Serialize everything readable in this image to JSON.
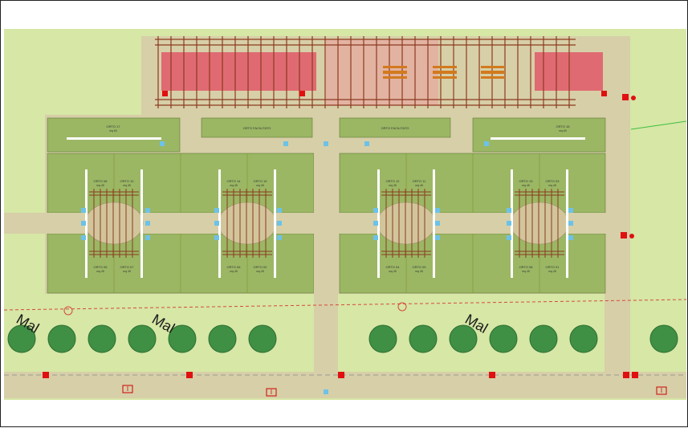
{
  "top_plots": [
    {
      "label": "ORTO 17",
      "sub": "mq 60"
    },
    {
      "label": "ORTO FACILITATO",
      "sub": ""
    },
    {
      "label": "ORTO FACILITATO",
      "sub": ""
    },
    {
      "label": "ORTO 16",
      "sub": "mq 60"
    }
  ],
  "block_plots": [
    {
      "label": "ORTO 08",
      "sub": "mq 45"
    },
    {
      "label": "ORTO 10",
      "sub": "mq 45"
    },
    {
      "label": "ORTO 14",
      "sub": "mq 45"
    },
    {
      "label": "ORTO 15",
      "sub": "mq 45"
    },
    {
      "label": "ORTO 12",
      "sub": "mq 45"
    },
    {
      "label": "ORTO 11",
      "sub": "mq 45"
    },
    {
      "label": "ORTO 13",
      "sub": "mq 45"
    },
    {
      "label": "ORTO 03",
      "sub": "mq 45"
    },
    {
      "label": "ORTO 05",
      "sub": "mq 45"
    },
    {
      "label": "ORTO 07",
      "sub": "mq 45"
    },
    {
      "label": "ORTO 06",
      "sub": "mq 45"
    },
    {
      "label": "ORTO 02",
      "sub": "mq 45"
    },
    {
      "label": "ORTO 04",
      "sub": "mq 45"
    },
    {
      "label": "ORTO 09",
      "sub": "mq 45"
    },
    {
      "label": "ORTO 08",
      "sub": "mq 45"
    },
    {
      "label": "ORTO 01",
      "sub": "mq 45"
    }
  ],
  "road_labels": [
    "Mal",
    "Mal",
    "Mal"
  ],
  "signs": [
    "I",
    "I",
    "I"
  ],
  "colors": {
    "ground": "#d6e7a6",
    "path": "#d7cfa8",
    "plot": "#9bb764",
    "pergola": "#8b3a1f",
    "building": "#e06a72",
    "tree": "#3f8f44",
    "marker": "#e01010",
    "fountain": "#6cc2e8"
  }
}
